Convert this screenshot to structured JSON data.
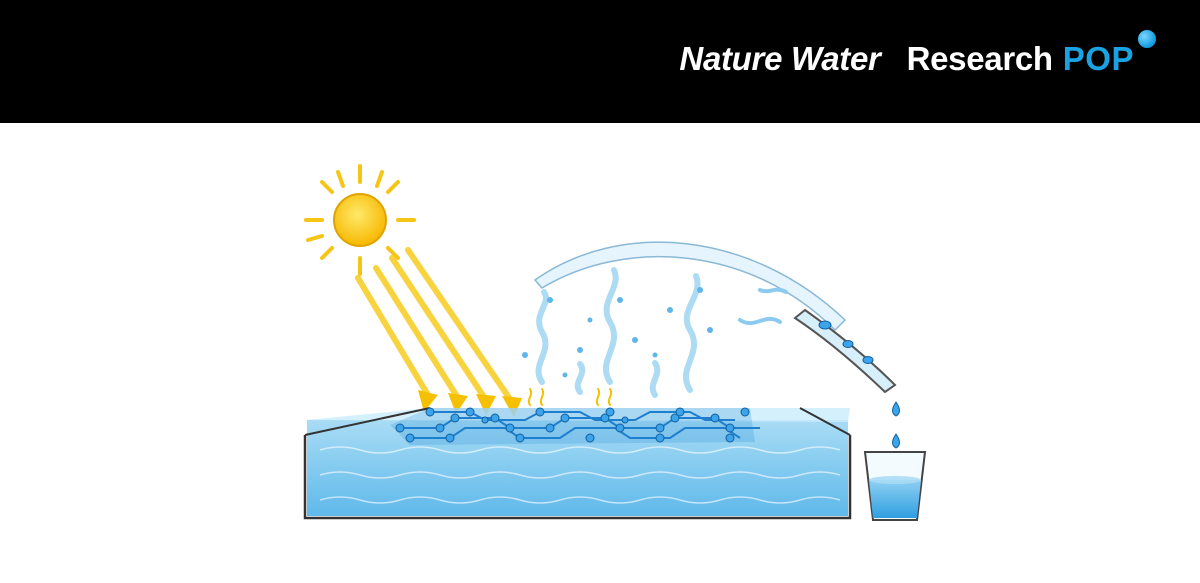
{
  "header": {
    "journal": "Nature Water",
    "series": "Research",
    "series_highlight": "POP",
    "accent_color": "#1aa3e3",
    "background_color": "#000000"
  },
  "illustration": {
    "icons": [
      "sun-icon",
      "sunlight-rays",
      "water-basin",
      "graphene-membrane",
      "vapor-wisps",
      "condenser-cover",
      "water-droplet-icon",
      "water-glass"
    ]
  }
}
